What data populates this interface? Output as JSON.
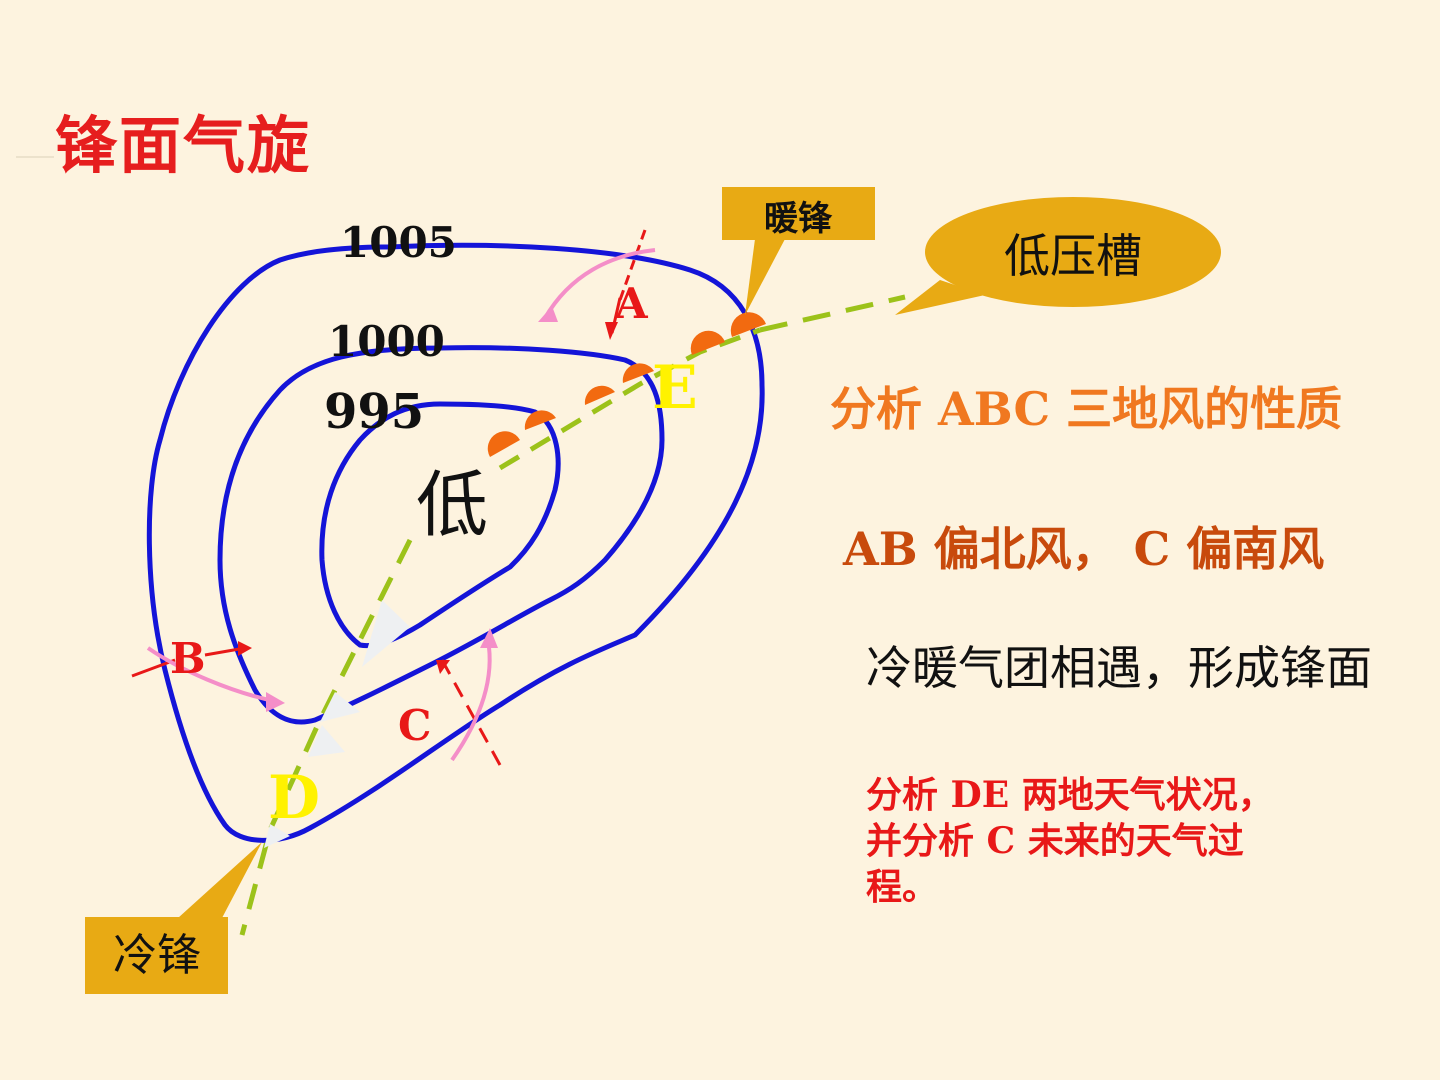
{
  "title": "锋面气旋",
  "diagram": {
    "isobars": [
      "1005",
      "1000",
      "995"
    ],
    "center_label": "低",
    "points": {
      "A": "A",
      "B": "B",
      "C": "C",
      "D": "D",
      "E": "E"
    },
    "callouts": {
      "warm_front": "暖锋",
      "trough": "低压槽",
      "cold_front": "冷锋"
    }
  },
  "text": {
    "line1": "分析 ABC 三地风的性质",
    "line2": "AB 偏北风， C 偏南风",
    "line3": "冷暖气团相遇，形成锋面",
    "line4": "分析 DE 两地天气状况，并分析 C 未来的天气过程。"
  },
  "colors": {
    "background": "#FDF3DF",
    "isobar": "#1414D8",
    "front_line": "#9CC21A",
    "warm_front_symbol": "#F26A10",
    "callout": "#E8AA14",
    "title": "#E61E1E"
  }
}
